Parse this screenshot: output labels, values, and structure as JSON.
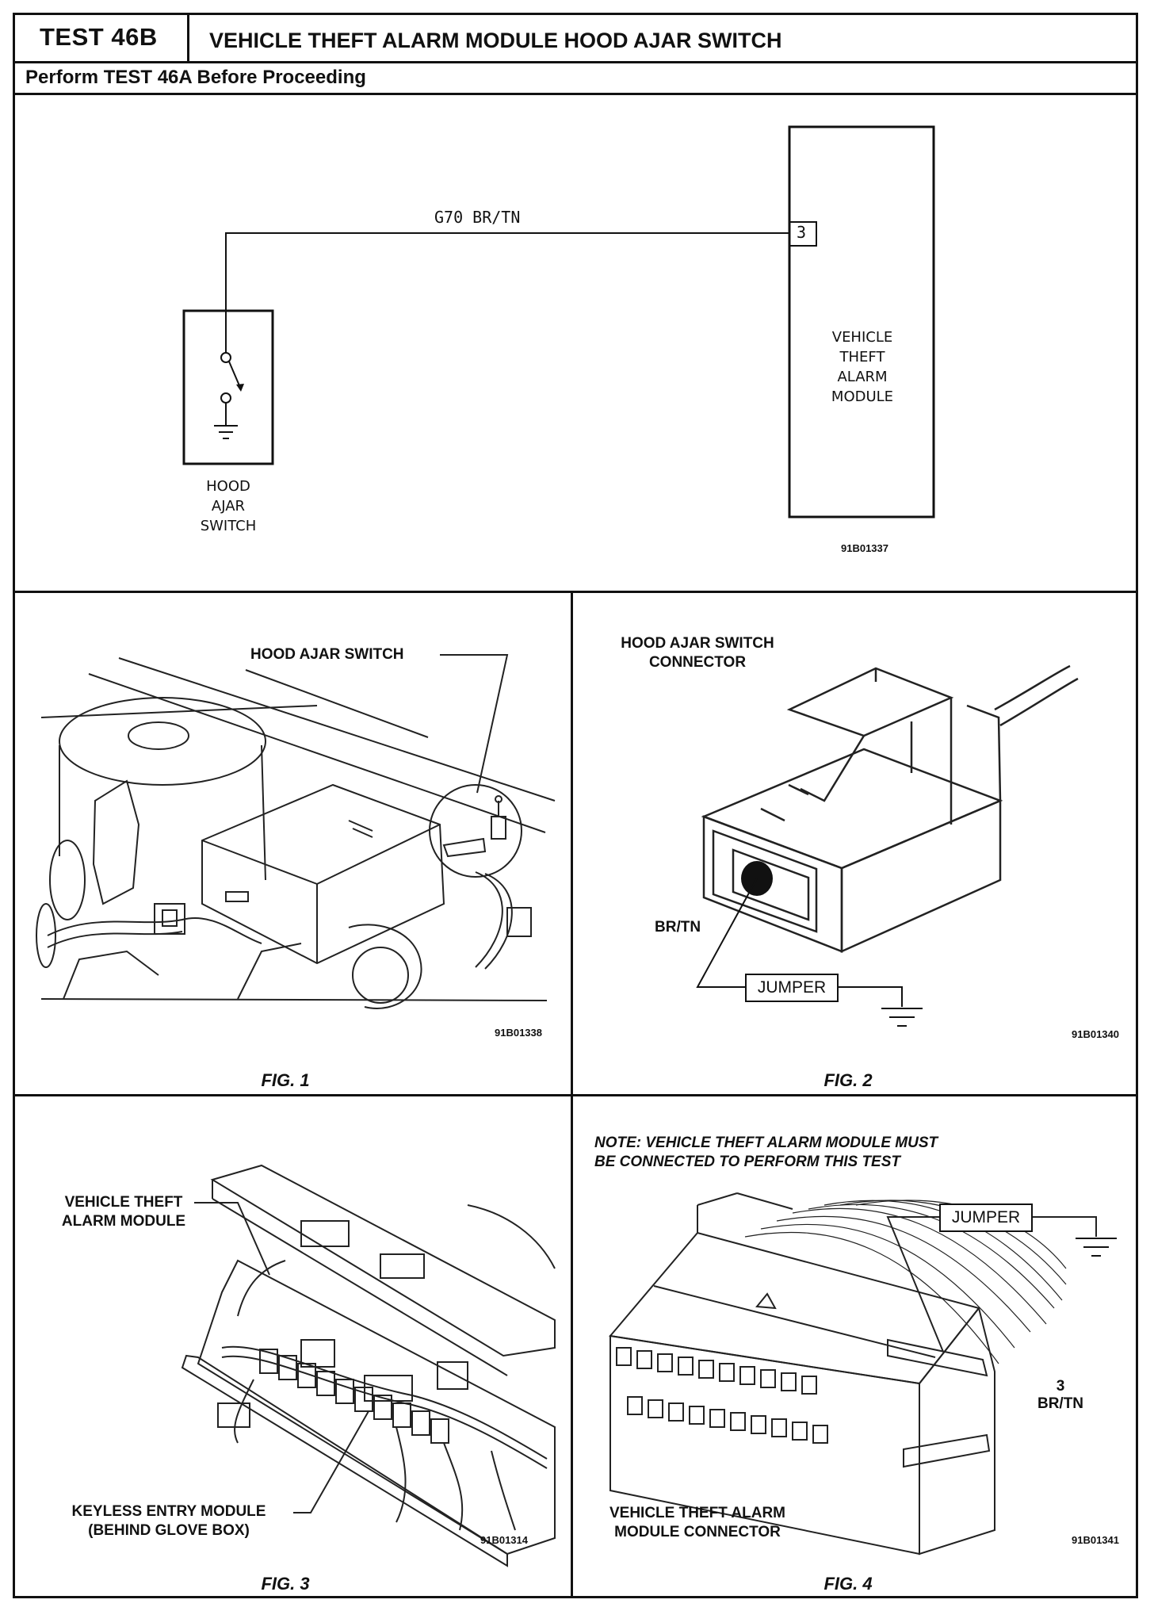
{
  "header": {
    "test_id": "TEST 46B",
    "title": "VEHICLE THEFT ALARM MODULE HOOD AJAR SWITCH",
    "prerequisite": "Perform TEST 46A Before Proceeding"
  },
  "schematic": {
    "wire_label": "G70 BR/TN",
    "pin_number": "3",
    "module_label": [
      "VEHICLE",
      "THEFT",
      "ALARM",
      "MODULE"
    ],
    "switch_label": [
      "HOOD",
      "AJAR",
      "SWITCH"
    ],
    "ref_code": "91B01337"
  },
  "fig1": {
    "callout": "HOOD AJAR SWITCH",
    "ref_code": "91B01338",
    "caption": "FIG. 1"
  },
  "fig2": {
    "title": [
      "HOOD AJAR SWITCH",
      "CONNECTOR"
    ],
    "wire_label": "BR/TN",
    "jumper_label": "JUMPER",
    "ref_code": "91B01340",
    "caption": "FIG. 2"
  },
  "fig3": {
    "callout_top": [
      "VEHICLE THEFT",
      "ALARM MODULE"
    ],
    "callout_bottom": [
      "KEYLESS ENTRY MODULE",
      "(BEHIND GLOVE BOX)"
    ],
    "ref_code": "91B01314",
    "caption": "FIG. 3"
  },
  "fig4": {
    "note": [
      "NOTE: VEHICLE THEFT ALARM MODULE MUST",
      "BE CONNECTED TO PERFORM THIS TEST"
    ],
    "jumper_label": "JUMPER",
    "pin_label": [
      "3",
      "BR/TN"
    ],
    "connector_label": [
      "VEHICLE THEFT ALARM",
      "MODULE CONNECTOR"
    ],
    "ref_code": "91B01341",
    "caption": "FIG. 4"
  }
}
